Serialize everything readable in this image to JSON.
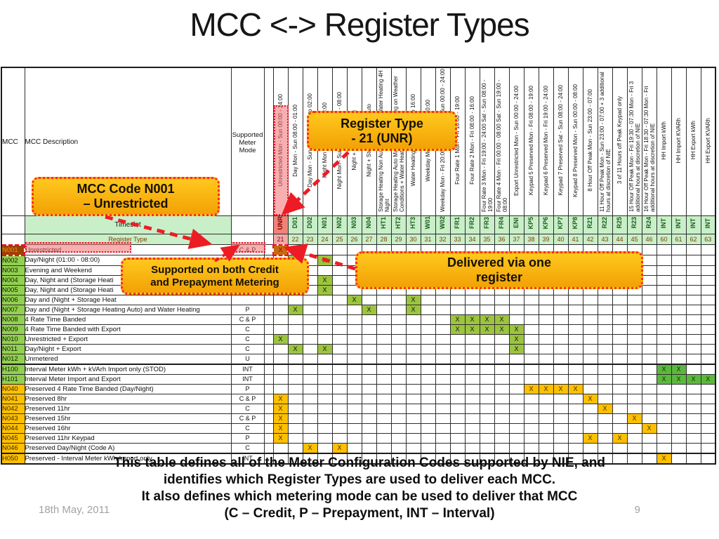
{
  "title": "MCC <-> Register Types",
  "footer": {
    "date": "18th May, 2011",
    "page": "9"
  },
  "summary": {
    "line1": "This table defines all of the Meter Configuration Codes supported by NIE, and",
    "line2": "identifies which Register Types are used to deliver each MCC.",
    "line3": "It also defines which metering mode can be used to deliver that MCC",
    "line4": "(C – Credit, P – Prepayment, INT – Interval)"
  },
  "callouts": {
    "mcc_code": {
      "line1": "MCC Code N001",
      "line2": "– Unrestricted"
    },
    "register_type": {
      "line1": "Register Type",
      "line2": "- 21 (UNR)"
    },
    "credit": {
      "line1": "Supported on both Credit",
      "line2": "and Prepayment Metering"
    },
    "delivered": {
      "line1": "Delivered via one",
      "line2": "register"
    }
  },
  "colors": {
    "callout_fill": "#fdb913",
    "callout_border": "#ff2d16",
    "arrow_red": "#ed1c24",
    "highlight_pink": "#f46e6e",
    "mark_green": "#9cc43f",
    "mark_dark_green": "#5cb83c",
    "mark_amber": "#fec001",
    "mark_red_cell": "#c96a10",
    "label_green": "#92d050",
    "label_amber": "#fec001",
    "label_red": "#a04000",
    "header_green": "#c9efc9"
  },
  "table": {
    "corner": {
      "mcc": "MCC",
      "description": "MCC Description",
      "mode": "Supported Meter Mode",
      "timeslot": "Timeslot",
      "register_type": "Register Type"
    },
    "columns": [
      {
        "id": "UNR",
        "code": "UNR",
        "num": "21",
        "desc": "Unrestricted Mon - Sun 00:00 - 24:00",
        "highlight": true
      },
      {
        "id": "D01",
        "code": "D01",
        "num": "22",
        "desc": "Day Mon - Sun 08:00 - 01:00"
      },
      {
        "id": "D02",
        "code": "D02",
        "num": "23",
        "desc": "Day Mon - Sun 08:00 - 24:00 to 02:00"
      },
      {
        "id": "N01",
        "code": "N01",
        "num": "24",
        "desc": "Night Mon - Sun 01:00 - 08:00"
      },
      {
        "id": "N02",
        "code": "N02",
        "num": "25",
        "desc": "Night Mon - Sun 23:00 to 02:00 - 08:00"
      },
      {
        "id": "N03",
        "code": "N03",
        "num": "26",
        "desc": "Night + Storage Heating"
      },
      {
        "id": "N04",
        "code": "N04",
        "num": "27",
        "desc": "Night + Storage Heating Auto"
      },
      {
        "id": "HT1",
        "code": "HT1",
        "num": "28",
        "desc": "Storage Heating Non Auto 17H in 24 + Water Heating 4H Night"
      },
      {
        "id": "HT2",
        "code": "HT2",
        "num": "29",
        "desc": "Storage Heating Auto Max - 9H depending on Weather Conditions + Water Heating 4H Night"
      },
      {
        "id": "HT3",
        "code": "HT3",
        "num": "30",
        "desc": "Water Heating 04:00 - 05:00 to 16:00"
      },
      {
        "id": "W01",
        "code": "W01",
        "num": "31",
        "desc": "Weekday Mon - Fri 07:30 - 20:00"
      },
      {
        "id": "W02",
        "code": "W02",
        "num": "32",
        "desc": "Weekday Mon - Fri 20:00 - 07:30, Sat - Sun 00:00 - 24:00"
      },
      {
        "id": "FR1",
        "code": "FR1",
        "num": "33",
        "desc": "Four Rate 1  Mon - Fri 16:00 - 19:00"
      },
      {
        "id": "FR2",
        "code": "FR2",
        "num": "34",
        "desc": "Four Rate 2  Mon - Fri 08:00 - 16:00"
      },
      {
        "id": "FR3",
        "code": "FR3",
        "num": "35",
        "desc": "Four Rate 3 Mon - Fri 19:00 - 24:00 Sat - Sun 08:00 - 19:00"
      },
      {
        "id": "FR4",
        "code": "FR4",
        "num": "36",
        "desc": "Four Rate 4 Mon - Fri 00:00 - 08:00 Sat - Sun 19:00 - 08:00"
      },
      {
        "id": "ENI",
        "code": "ENI",
        "num": "37",
        "desc": "Export Unrestricted Mon - Sun 00:00 - 24:00"
      },
      {
        "id": "KP5",
        "code": "KP5",
        "num": "38",
        "desc": "Keypad 5 Preserved Mon - Fri 08:00 - 19:00"
      },
      {
        "id": "KP6",
        "code": "KP6",
        "num": "39",
        "desc": "Keypad 6 Preserved Mon - Fri 19:00 - 24:00"
      },
      {
        "id": "KP7",
        "code": "KP7",
        "num": "40",
        "desc": "Keypad 7 Preserved Sat - Sun 08:00 - 24:00"
      },
      {
        "id": "KP8",
        "code": "KP8",
        "num": "41",
        "desc": "Keypad 8 Preserved Mon - Sun 00:00 - 08:00"
      },
      {
        "id": "R21",
        "code": "R21",
        "num": "42",
        "desc": "8 Hour Off Peak Mon - Sun 23:00 - 07:00"
      },
      {
        "id": "R22",
        "code": "R22",
        "num": "43",
        "desc": "11 Hour Off Peak Mon - Sun 23:00 - 07:00 + 3 additional hours at discretion of NIE"
      },
      {
        "id": "R25",
        "code": "R25",
        "num": "44",
        "desc": "3 of 11 Hours off Peak Keypad only"
      },
      {
        "id": "R23",
        "code": "R23",
        "num": "45",
        "desc": "15 Hour Off Peak Mon - Fri 19:30 - 07:30 Mon - Fri 3 additional hours at discretion of NIE"
      },
      {
        "id": "R24",
        "code": "R24",
        "num": "46",
        "desc": "16 Hour Off Peak Mon - Fri 18:30 - 07:30 Mon - Fri additional hours at discretion of NIE"
      },
      {
        "id": "I60",
        "code": "INT",
        "num": "60",
        "desc": "HH Import kWh"
      },
      {
        "id": "I61",
        "code": "INT",
        "num": "61",
        "desc": "HH Import KVARh"
      },
      {
        "id": "I62",
        "code": "INT",
        "num": "62",
        "desc": "HH Export kWh"
      },
      {
        "id": "I63",
        "code": "INT",
        "num": "63",
        "desc": "HH Export KVARh"
      }
    ],
    "rows": [
      {
        "mcc": "N001",
        "desc": "Unrestricted",
        "mode": "C & P",
        "label_color": "red",
        "mark_color": "red",
        "marks": [
          "UNR"
        ]
      },
      {
        "mcc": "N002",
        "desc": "Day/Night (01:00 - 08:00)",
        "mode": "C",
        "label_color": "green",
        "mark_color": "green",
        "marks": [
          "D01",
          "N01"
        ]
      },
      {
        "mcc": "N003",
        "desc": "Evening and Weekend",
        "mode": "",
        "label_color": "green",
        "mark_color": "green",
        "marks": []
      },
      {
        "mcc": "N004",
        "desc": "Day, Night and (Storage Heati",
        "mode": "",
        "label_color": "green",
        "mark_color": "green",
        "marks": [
          "N01"
        ]
      },
      {
        "mcc": "N005",
        "desc": "Day, Night and (Storage Heati",
        "mode": "",
        "label_color": "green",
        "mark_color": "green",
        "marks": [
          "N01"
        ]
      },
      {
        "mcc": "N006",
        "desc": "Day and (Night + Storage Heat",
        "mode": "",
        "label_color": "green",
        "mark_color": "green",
        "marks": [
          "N03",
          "HT3"
        ]
      },
      {
        "mcc": "N007",
        "desc": "Day and (Night + Storage Heating Auto) and Water Heating",
        "mode": "P",
        "label_color": "green",
        "mark_color": "green",
        "marks": [
          "D01",
          "N04",
          "HT3"
        ]
      },
      {
        "mcc": "N008",
        "desc": "4 Rate Time Banded",
        "mode": "C & P",
        "label_color": "green",
        "mark_color": "green",
        "marks": [
          "FR1",
          "FR2",
          "FR3",
          "FR4"
        ]
      },
      {
        "mcc": "N009",
        "desc": "4 Rate Time Banded with Export",
        "mode": "C",
        "label_color": "green",
        "mark_color": "green",
        "marks": [
          "FR1",
          "FR2",
          "FR3",
          "FR4",
          "ENI"
        ]
      },
      {
        "mcc": "N010",
        "desc": "Unrestricted + Export",
        "mode": "C",
        "label_color": "green",
        "mark_color": "green",
        "marks": [
          "UNR",
          "ENI"
        ]
      },
      {
        "mcc": "N011",
        "desc": "Day/Night + Export",
        "mode": "C",
        "label_color": "green",
        "mark_color": "green",
        "marks": [
          "D01",
          "N01",
          "ENI"
        ]
      },
      {
        "mcc": "N012",
        "desc": "Unmetered",
        "mode": "U",
        "label_color": "green",
        "mark_color": "green",
        "marks": []
      },
      {
        "mcc": "H100",
        "desc": "Interval Meter kWh + kVArh Import only (STOD)",
        "mode": "INT",
        "label_color": "green",
        "mark_color": "dgreen",
        "thick_top": true,
        "marks": [
          "I60",
          "I61"
        ]
      },
      {
        "mcc": "H101",
        "desc": "Interval Meter Import and Export",
        "mode": "INT",
        "label_color": "green",
        "mark_color": "dgreen",
        "marks": [
          "I60",
          "I61",
          "I62",
          "I63"
        ]
      },
      {
        "mcc": "N040",
        "desc": "Preserved 4 Rate Time Banded (Day/Night)",
        "mode": "P",
        "label_color": "amber",
        "mark_color": "amber",
        "marks": [
          "KP5",
          "KP6",
          "KP7",
          "KP8"
        ]
      },
      {
        "mcc": "N041",
        "desc": "Preserved 8hr",
        "mode": "C & P",
        "label_color": "amber",
        "mark_color": "amber",
        "marks": [
          "UNR",
          "R21"
        ]
      },
      {
        "mcc": "N042",
        "desc": "Preserved 11hr",
        "mode": "C",
        "label_color": "amber",
        "mark_color": "amber",
        "marks": [
          "UNR",
          "R22"
        ]
      },
      {
        "mcc": "N043",
        "desc": "Preserved 15hr",
        "mode": "C & P",
        "label_color": "amber",
        "mark_color": "amber",
        "marks": [
          "UNR",
          "R23"
        ]
      },
      {
        "mcc": "N044",
        "desc": "Preserved 16hr",
        "mode": "C",
        "label_color": "amber",
        "mark_color": "amber",
        "marks": [
          "UNR",
          "R24"
        ]
      },
      {
        "mcc": "N045",
        "desc": "Preserved 11hr Keypad",
        "mode": "P",
        "label_color": "amber",
        "mark_color": "amber",
        "marks": [
          "UNR",
          "R21",
          "R25"
        ]
      },
      {
        "mcc": "N046",
        "desc": "Preserved Day/Night (Code A)",
        "mode": "C",
        "label_color": "amber",
        "mark_color": "amber",
        "marks": [
          "D02",
          "N02"
        ]
      },
      {
        "mcc": "H050",
        "desc": "Preserved - Interval Meter kWh Import only",
        "mode": "INT",
        "label_color": "amber",
        "mark_color": "amber",
        "thick_top": true,
        "marks": [
          "I60"
        ]
      }
    ],
    "mark_glyph": "X"
  }
}
